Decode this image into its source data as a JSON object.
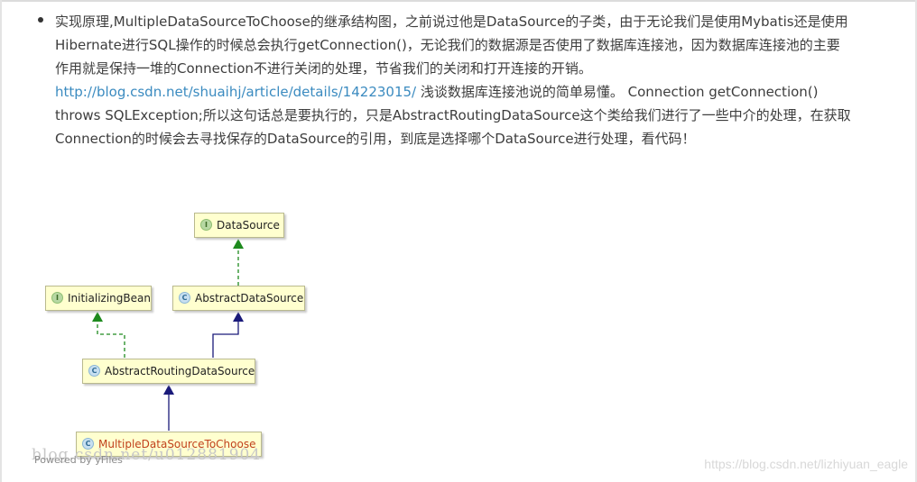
{
  "article": {
    "lines": [
      "实现原理,MultipleDataSourceToChoose的继承结构图，之前说过他是DataSource的子类，由于无论我们是使用Mybatis还是使用",
      "Hibernate进行SQL操作的时候总会执行getConnection()，无论我们的数据源是否使用了数据库连接池，因为数据库连接池的主要",
      "作用就是保持一堆的Connection不进行关闭的处理，节省我们的关闭和打开连接的开销。"
    ],
    "link": "http://blog.csdn.net/shuaihj/article/details/14223015/",
    "line4_rest": "浅谈数据库连接池说的简单易懂。 Connection getConnection()",
    "line5": "throws SQLException;所以这句话总是要执行的，只是AbstractRoutingDataSource这个类给我们进行了一些中介的处理，在获取",
    "line6": "Connection的时候会去寻找保存的DataSource的引用，到底是选择哪个DataSource进行处理，看代码！"
  },
  "diagram": {
    "nodes": {
      "datasource": {
        "badge": "I",
        "label": "DataSource"
      },
      "initializing_bean": {
        "badge": "I",
        "label": "InitializingBean"
      },
      "abstract_data_source": {
        "badge": "C",
        "label": "AbstractDataSource"
      },
      "abstract_routing": {
        "badge": "C",
        "label": "AbstractRoutingDataSource"
      },
      "multiple_choose": {
        "badge": "C",
        "label": "MultipleDataSourceToChoose"
      }
    },
    "colors": {
      "implements": "#1e8a1e",
      "extends": "#1a1a7a"
    }
  },
  "watermarks": {
    "center": "blog.csdn.net/u012881904",
    "powered": "Powered by yFiles",
    "right": "https://blog.csdn.net/lizhiyuan_eagle"
  }
}
